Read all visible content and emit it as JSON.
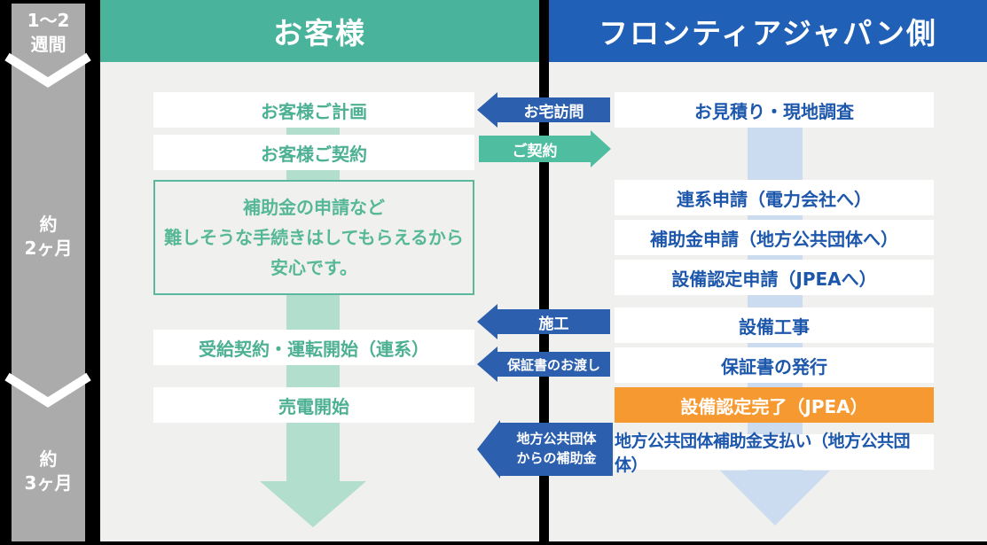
{
  "colors": {
    "customer_accent": "#4ab39b",
    "company_accent": "#2060b6",
    "arrow_blue": "#2c5fae",
    "arrow_green": "#4fbda0",
    "highlight_orange": "#f79931",
    "customer_flow": "#b2decd",
    "company_flow": "#ccdcf0",
    "sidebar_gray": "#ababab",
    "customer_text": "#4cb092",
    "company_text": "#1d57ac"
  },
  "timeline": {
    "phases": [
      {
        "line1": "1〜2",
        "line2": "週間"
      },
      {
        "line1": "約",
        "line2": "2ヶ月"
      },
      {
        "line1": "約",
        "line2": "3ヶ月"
      }
    ]
  },
  "customer": {
    "header": "お客様",
    "steps": [
      "お客様ご計画",
      "お客様ご契約",
      "受給契約・運転開始（連系）",
      "売電開始"
    ],
    "note": {
      "line1": "補助金の申請など",
      "line2": "難しそうな手続きはしてもらえるから",
      "line3": "安心です。"
    }
  },
  "company": {
    "header": "フロンティアジャパン側",
    "steps": [
      "お見積り・現地調査",
      "連系申請（電力会社へ）",
      "補助金申請（地方公共団体へ）",
      "設備認定申請（JPEAへ）",
      "設備工事",
      "保証書の発行",
      "設備認定完了（JPEA）",
      "地方公共団体補助金支払い（地方公共団体）"
    ]
  },
  "handoffs": [
    {
      "label": "お宅訪問"
    },
    {
      "label": "ご契約"
    },
    {
      "label": "施工"
    },
    {
      "label": "保証書のお渡し"
    },
    {
      "line1": "地方公共団体",
      "line2": "からの補助金"
    }
  ]
}
